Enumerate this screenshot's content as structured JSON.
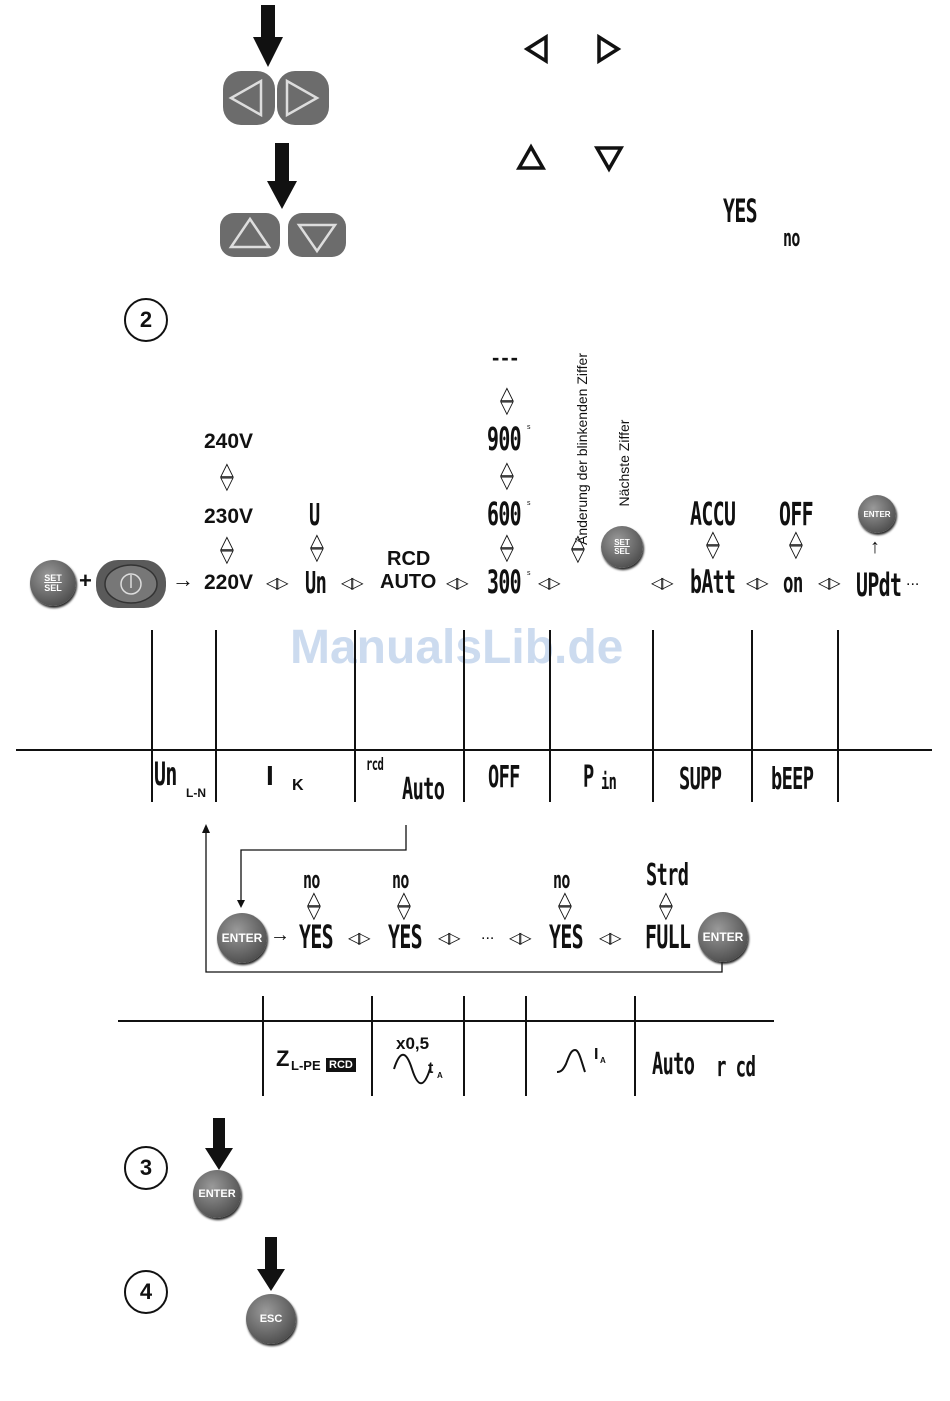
{
  "top_icons": {
    "yes_label": "YES",
    "no_label": "no"
  },
  "steps": [
    "2",
    "3",
    "4"
  ],
  "buttons": {
    "set_sel_top": "SET",
    "set_sel_bottom": "SEL",
    "enter": "ENTER",
    "esc": "ESC"
  },
  "menu_row": {
    "v240": "240V",
    "v230": "230V",
    "v220": "220V",
    "u_seg": "U",
    "un_seg": "Un",
    "rcd": "RCD",
    "auto": "AUTO",
    "dots_top": "---",
    "t900": "900",
    "t600": "600",
    "t300": "300",
    "sec_mark": "s",
    "digit_change": "Änderung der blinkenden Ziffer",
    "next_digit": "Nächste Ziffer",
    "accu": "ACCU",
    "batt": "bAtt",
    "off": "OFF",
    "on": "on",
    "updt": "UPdt",
    "ellipsis": "..."
  },
  "watermark": "ManualsLib.de",
  "table1": {
    "cells": [
      "Un",
      "L-N",
      "I",
      "K",
      "rcd",
      "Auto",
      "OFF",
      "P",
      "in",
      "SUPP",
      "bEEP"
    ]
  },
  "enter_row": {
    "no": "no",
    "yes": "YES",
    "ellipsis": "...",
    "strd": "Strd",
    "full": "FULL"
  },
  "table2": {
    "z_label": "Z",
    "z_sub": "L-PE",
    "rcd_box": "RCD",
    "x05": "x0,5",
    "ta": "t",
    "ta_sub": "A",
    "ia": "I",
    "ia_sub": "A",
    "auto": "Auto",
    "rcd": "r cd"
  }
}
